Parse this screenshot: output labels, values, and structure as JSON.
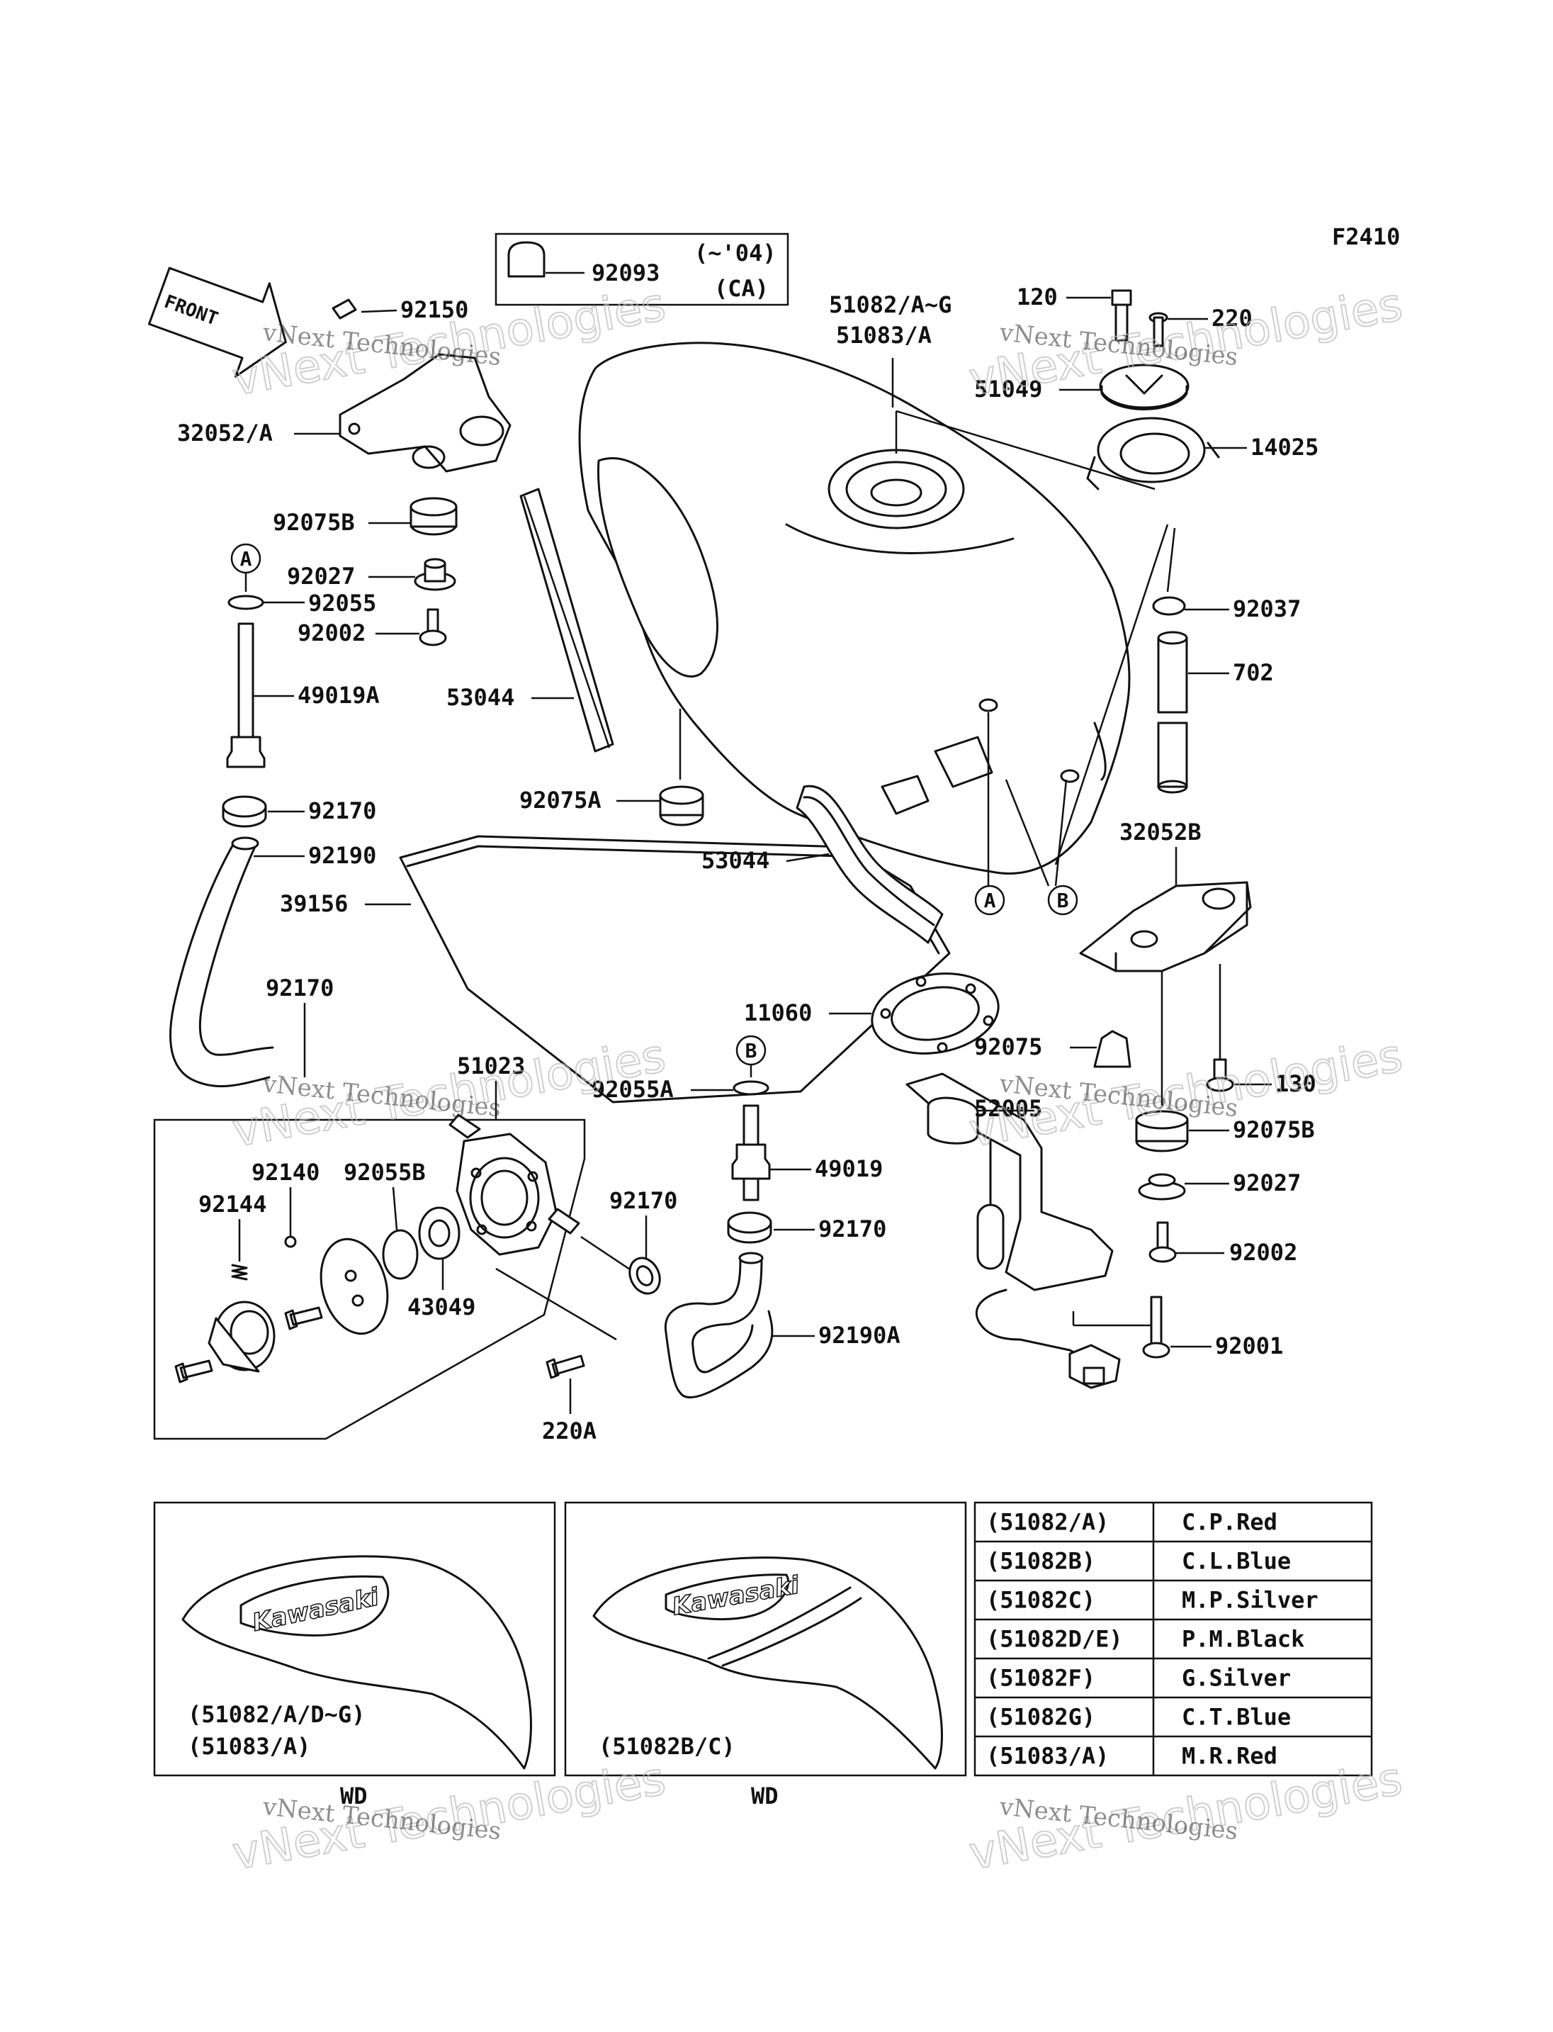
{
  "figure_code": "F2410",
  "front_arrow": "FRONT",
  "watermark": {
    "company": "vNext Technologies",
    "big_text": "vNext Technologies"
  },
  "note_box": {
    "part": "92093",
    "line1": "(~'04)",
    "line2": "(CA)"
  },
  "callouts": {
    "A": "A",
    "B": "B"
  },
  "labels": {
    "p92150": "92150",
    "p32052A": "32052/A",
    "p92075B_1": "92075B",
    "p92027_1": "92027",
    "p92055": "92055",
    "p92002_1": "92002",
    "p49019A": "49019A",
    "p92170_1": "92170",
    "p92190": "92190",
    "p39156": "39156",
    "p92170_2": "92170",
    "p51023": "51023",
    "p92140": "92140",
    "p92144": "92144",
    "p92055B": "92055B",
    "p43049": "43049",
    "p220A": "220A",
    "p53044_1": "53044",
    "p92075A": "92075A",
    "p53044_2": "53044",
    "p51082": "51082/A~G",
    "p51083": "51083/A",
    "p120": "120",
    "p220": "220",
    "p51049": "51049",
    "p14025": "14025",
    "p92037": "92037",
    "p702": "702",
    "p32052B": "32052B",
    "p11060": "11060",
    "p92075": "92075",
    "p130": "130",
    "p92055A": "92055A",
    "p52005": "52005",
    "p92075B_2": "92075B",
    "p49019": "49019",
    "p92027_2": "92027",
    "p92170_3": "92170",
    "p92170_4": "92170",
    "p92002_2": "92002",
    "p92190A": "92190A",
    "p92001": "92001"
  },
  "variant_panels": [
    {
      "brand": "Kawasaki",
      "line1": "(51082/A/D~G)",
      "line2": "(51083/A)",
      "caption": "WD"
    },
    {
      "brand": "Kawasaki",
      "line1": "(51082B/C)",
      "caption": "WD"
    }
  ],
  "color_table": [
    {
      "code": "(51082/A)",
      "color": "C.P.Red"
    },
    {
      "code": "(51082B)",
      "color": "C.L.Blue"
    },
    {
      "code": "(51082C)",
      "color": "M.P.Silver"
    },
    {
      "code": "(51082D/E)",
      "color": "P.M.Black"
    },
    {
      "code": "(51082F)",
      "color": "G.Silver"
    },
    {
      "code": "(51082G)",
      "color": "C.T.Blue"
    },
    {
      "code": "(51083/A)",
      "color": "M.R.Red"
    }
  ]
}
